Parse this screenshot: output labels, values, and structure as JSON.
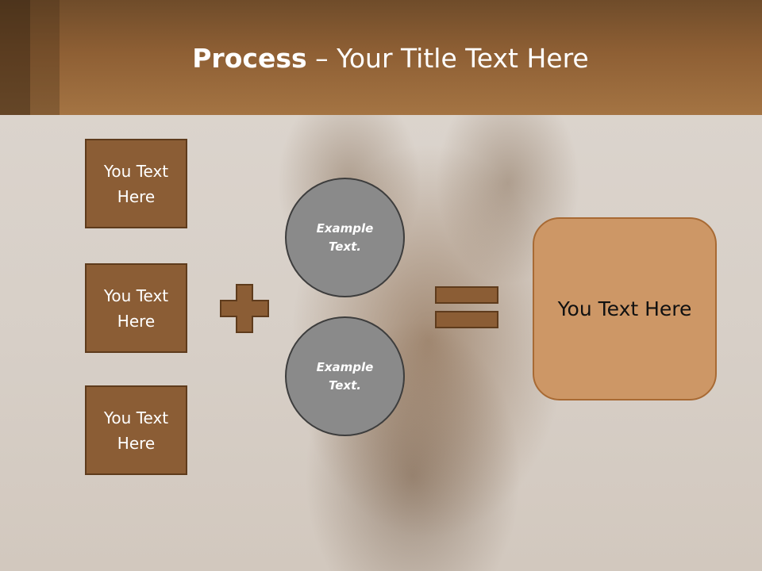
{
  "title": {
    "bold": "Process",
    "rest": " – Your Title Text Here"
  },
  "inputs": [
    {
      "label": "You Text Here"
    },
    {
      "label": "You Text Here"
    },
    {
      "label": "You Text Here"
    }
  ],
  "circles": [
    {
      "label": "Example Text."
    },
    {
      "label": "Example Text."
    }
  ],
  "result": {
    "label": "You Text Here"
  },
  "colors": {
    "header": "#9a6a3c",
    "box_fill": "#8b5d35",
    "box_border": "#5e3b1c",
    "circle_fill": "#8a8a8a",
    "result_fill": "#cd9766"
  }
}
